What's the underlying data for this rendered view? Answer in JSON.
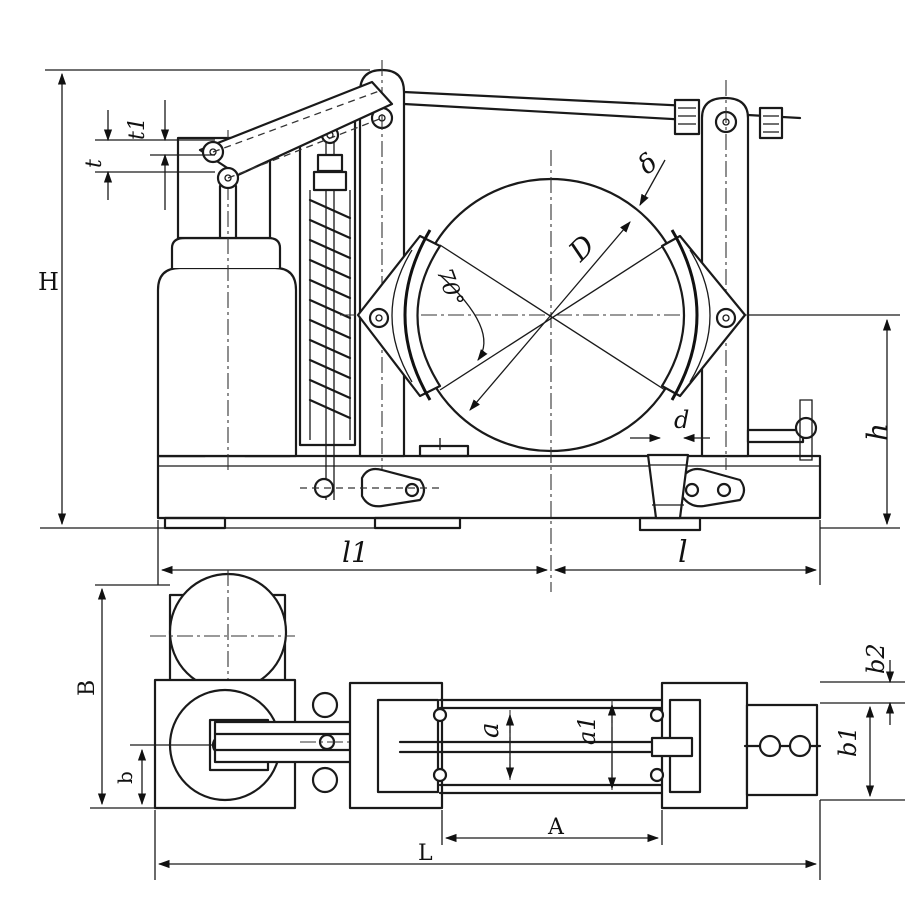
{
  "labels": {
    "H": "H",
    "t": "t",
    "t1": "t1",
    "delta": "δ",
    "D": "D",
    "angle": "70°",
    "d": "d",
    "h": "h",
    "l1": "l1",
    "l": "l",
    "B": "B",
    "b": "b",
    "b2": "b2",
    "b1": "b1",
    "a": "a",
    "a1": "a1",
    "A": "A",
    "L": "L"
  }
}
